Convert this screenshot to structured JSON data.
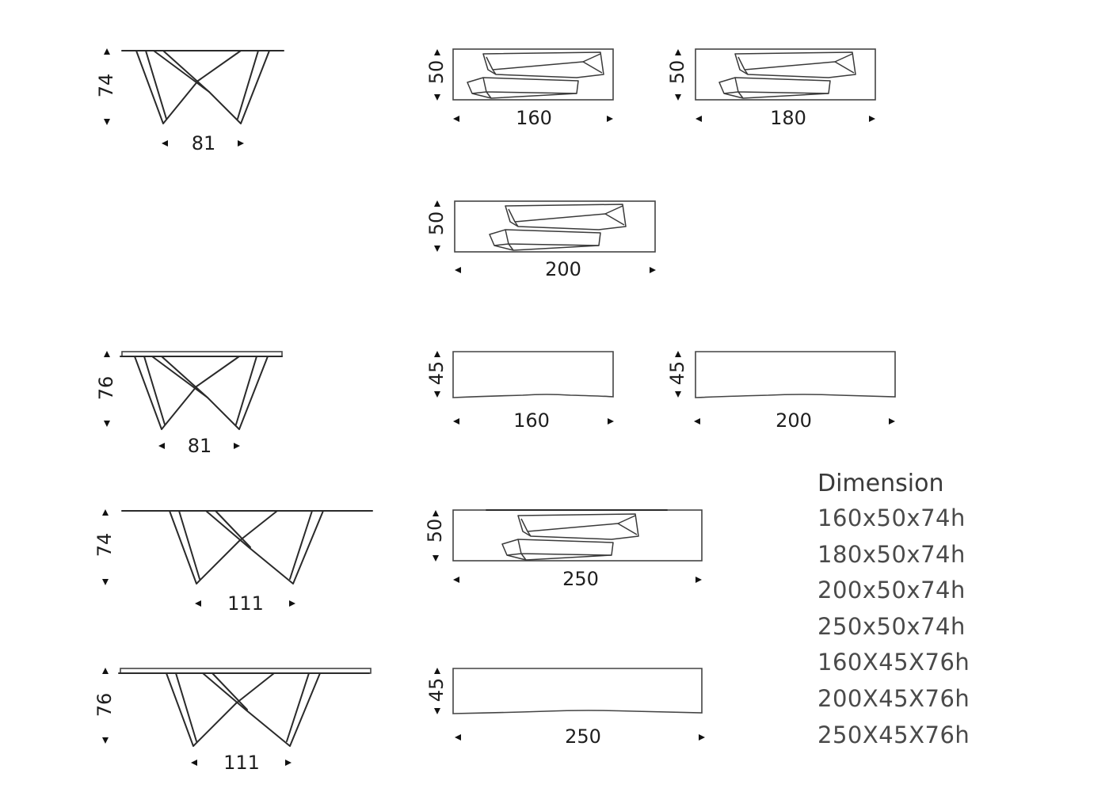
{
  "dimension_heading": "Dimension",
  "dimensions": [
    "160x50x74h",
    "180x50x74h",
    "200x50x74h",
    "250x50x74h",
    "160X45X76h",
    "200X45X76h",
    "250X45X76h"
  ],
  "drawings": {
    "side_small_74": {
      "height": "74",
      "depth": "81"
    },
    "top_160_50": {
      "depth": "50",
      "length": "160"
    },
    "top_180_50": {
      "depth": "50",
      "length": "180"
    },
    "top_200_50": {
      "depth": "50",
      "length": "200"
    },
    "side_small_76": {
      "height": "76",
      "depth": "81"
    },
    "top_160_45": {
      "depth": "45",
      "length": "160"
    },
    "top_200_45": {
      "depth": "45",
      "length": "200"
    },
    "side_large_74": {
      "height": "74",
      "depth": "111"
    },
    "top_250_50": {
      "depth": "50",
      "length": "250"
    },
    "side_large_76": {
      "height": "76",
      "depth": "111"
    },
    "top_250_45": {
      "depth": "45",
      "length": "250"
    }
  }
}
